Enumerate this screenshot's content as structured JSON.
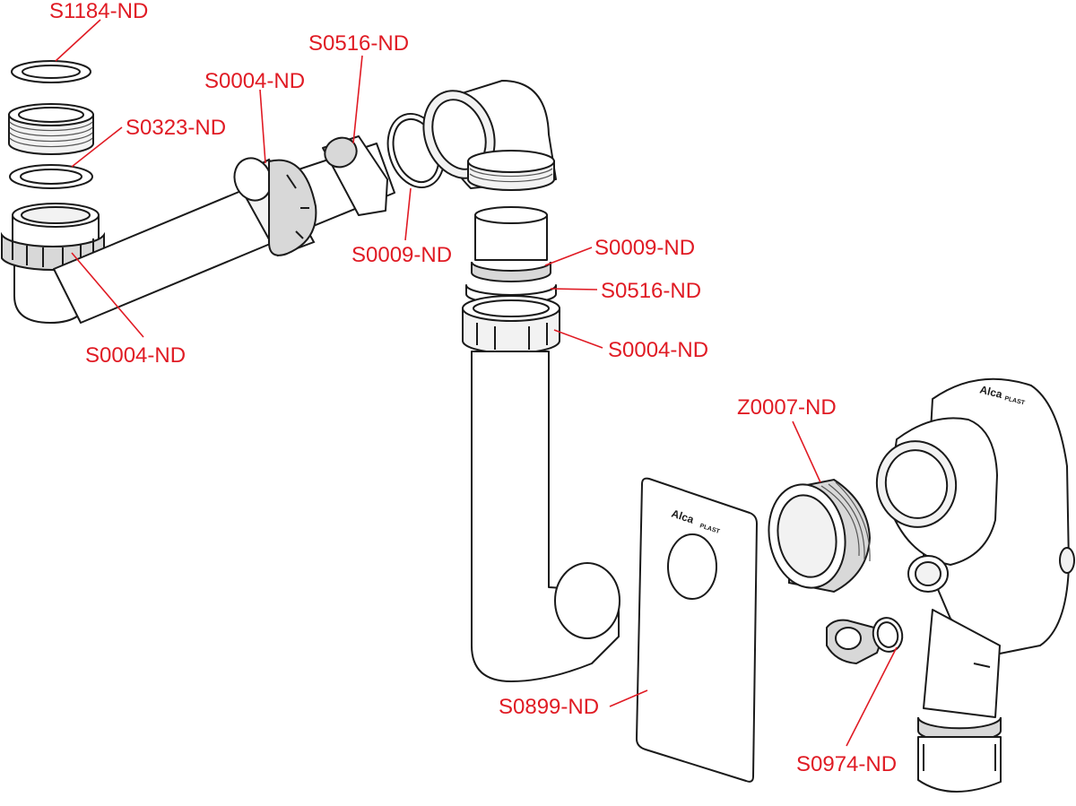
{
  "colors": {
    "label": "#e01b24",
    "line": "#1a1a1a"
  },
  "labels": {
    "s1184": "S1184-ND",
    "s0516_top": "S0516-ND",
    "s0004_top": "S0004-ND",
    "s0323": "S0323-ND",
    "s0009_mid": "S0009-ND",
    "s0004_left": "S0004-ND",
    "s0009_right": "S0009-ND",
    "s0516_right": "S0516-ND",
    "s0004_right": "S0004-ND",
    "z0007": "Z0007-ND",
    "s0899": "S0899-ND",
    "s0974": "S0974-ND"
  },
  "branding": {
    "cover_brand": "Alca",
    "cover_brand_suffix": "PLAST",
    "siphon_brand": "Alca",
    "siphon_brand_suffix": "PLAST"
  }
}
